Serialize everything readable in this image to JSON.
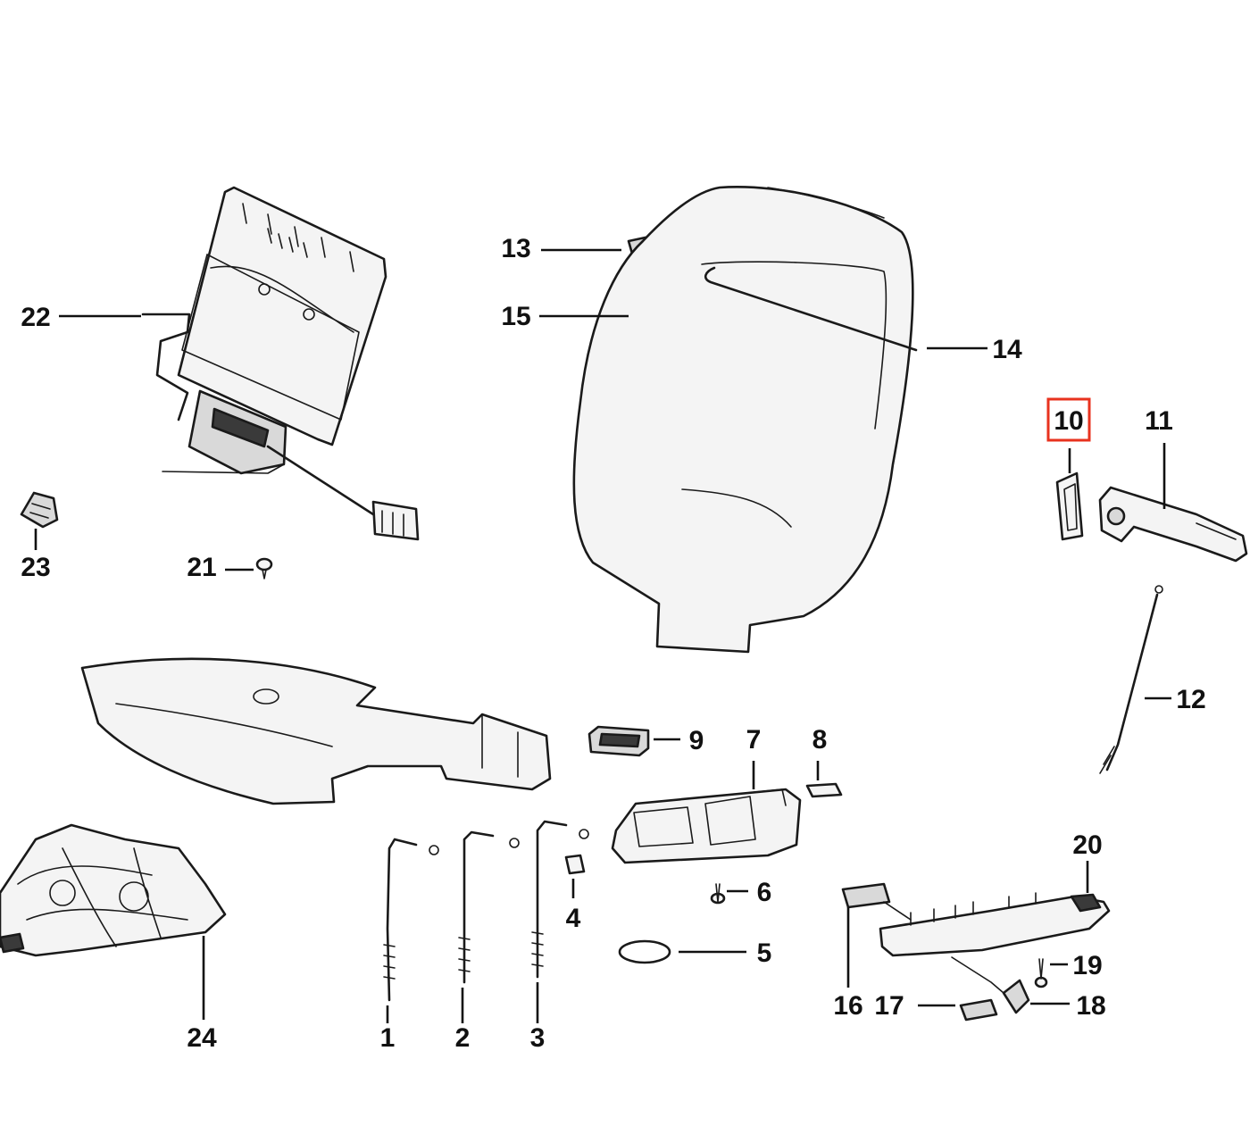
{
  "diagram": {
    "highlight_color": "#e8321e",
    "highlighted_callout": "10",
    "callouts": {
      "c1": "1",
      "c2": "2",
      "c3": "3",
      "c4": "4",
      "c5": "5",
      "c6": "6",
      "c7": "7",
      "c8": "8",
      "c9": "9",
      "c10": "10",
      "c11": "11",
      "c12": "12",
      "c13": "13",
      "c14": "14",
      "c15": "15",
      "c16": "16",
      "c17": "17",
      "c18": "18",
      "c19": "19",
      "c20": "20",
      "c21": "21",
      "c22": "22",
      "c23": "23",
      "c24": "24"
    }
  }
}
